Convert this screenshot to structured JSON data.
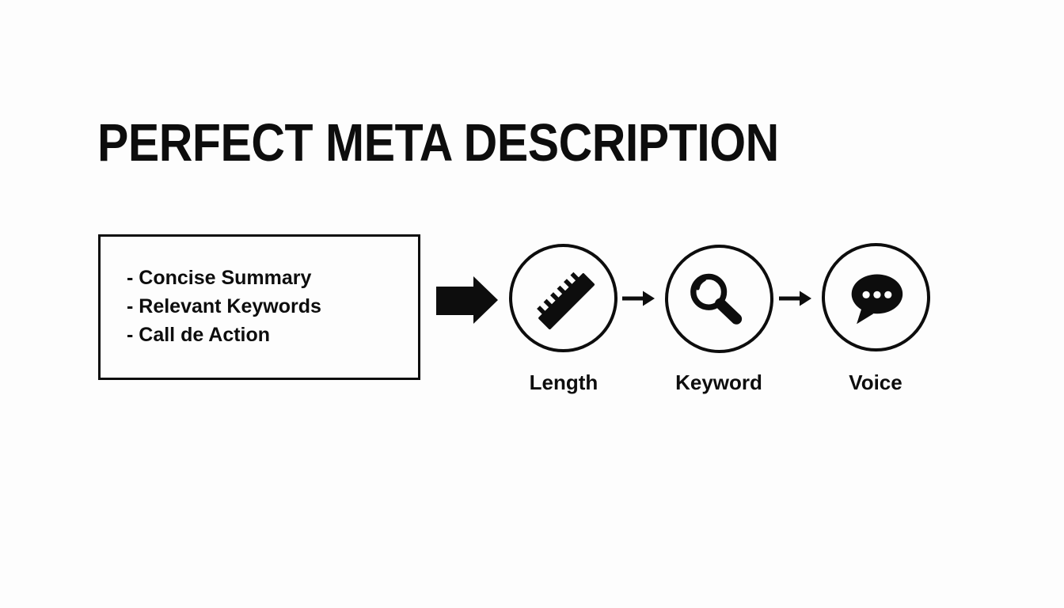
{
  "title": "PERFECT META DESCRIPTION",
  "checklist": {
    "items": [
      "- Concise Summary",
      "- Relevant Keywords",
      "- Call de Action"
    ]
  },
  "steps": [
    {
      "icon": "ruler-icon",
      "label": "Length"
    },
    {
      "icon": "magnifier-icon",
      "label": "Keyword"
    },
    {
      "icon": "speech-bubble-icon",
      "label": "Voice"
    }
  ],
  "colors": {
    "ink": "#0d0d0d",
    "background": "#fdfdfd"
  }
}
